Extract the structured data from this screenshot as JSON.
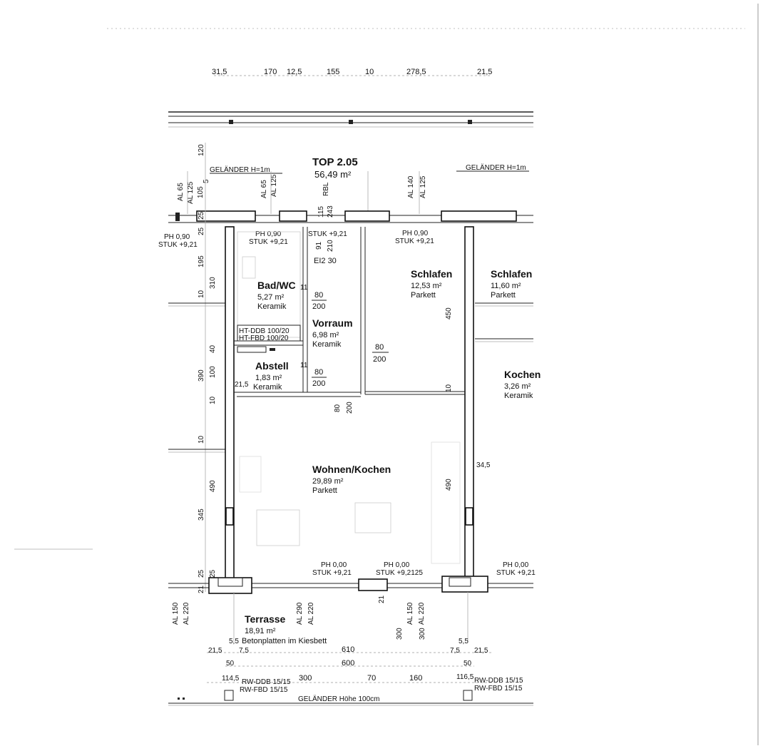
{
  "top_dims": [
    "31,5",
    "170",
    "12,5",
    "155",
    "10",
    "278,5",
    "21,5"
  ],
  "header": {
    "unit": "TOP 2.05",
    "area": "56,49 m²"
  },
  "gelaender_left": "GELÄNDER H=1m",
  "gelaender_right": "GELÄNDER H=1m",
  "left_al": [
    "AL 65",
    "AL 125",
    "105",
    "5"
  ],
  "mid_al": [
    "AL 65",
    "AL 125"
  ],
  "center_al": [
    "115",
    "243",
    "RBL"
  ],
  "right_al": [
    "AL 140",
    "AL 125"
  ],
  "left_dims_vertical": [
    "120",
    "25",
    "25",
    "195",
    "10",
    "310",
    "40",
    "100",
    "390",
    "10",
    "10",
    "490",
    "345",
    "25",
    "25",
    "21"
  ],
  "rooms": {
    "bad": {
      "name": "Bad/WC",
      "area": "5,27 m²",
      "floor": "Keramik"
    },
    "vorraum": {
      "name": "Vorraum",
      "area": "6,98 m²",
      "floor": "Keramik"
    },
    "abstell": {
      "name": "Abstell",
      "area": "1,83 m²",
      "floor": "Keramik"
    },
    "schlafen1": {
      "name": "Schlafen",
      "area": "12,53 m²",
      "floor": "Parkett"
    },
    "schlafen2": {
      "name": "Schlafen",
      "area": "11,60 m²",
      "floor": "Parkett"
    },
    "kochen": {
      "name": "Kochen",
      "area": "3,26 m²",
      "floor": "Keramik"
    },
    "wohnen": {
      "name": "Wohnen/Kochen",
      "area": "29,89 m²",
      "floor": "Parkett"
    },
    "terrasse": {
      "name": "Terrasse",
      "area": "18,91 m²",
      "floor": "Betonplatten im Kiesbett"
    }
  },
  "ph_top": [
    {
      "ph": "PH 0,90",
      "stuk": "STUK +9,21"
    },
    {
      "ph": "PH 0,90",
      "stuk": "STUK +9,21"
    },
    {
      "ph": "STUK +9,21",
      "stuk": ""
    },
    {
      "ph": "PH 0,90",
      "stuk": "STUK +9,21"
    }
  ],
  "ph_bottom": [
    {
      "ph": "PH 0,00",
      "stuk": "STUK +9,21"
    },
    {
      "ph": "PH 0,00",
      "stuk": "STUK +9,2125"
    },
    {
      "ph": "PH 0,00",
      "stuk": "STUK +9,21"
    }
  ],
  "door_labels": {
    "ei": "EI2 30",
    "d91": "91",
    "d210": "210",
    "bad_door": [
      "80",
      "200"
    ],
    "vor_door": [
      "80",
      "200"
    ],
    "abst_door": [
      "80",
      "200"
    ],
    "wohn_door": [
      "80",
      "200"
    ],
    "schlaf_dim": "450",
    "kochen_10": "10",
    "wand_345": "34,5",
    "wohn_490": "490",
    "abst_21": "21,5",
    "bad_11": "11",
    "abst_11": "11"
  },
  "shaft": [
    "HT-DDB 100/20",
    "HT-FBD 100/20"
  ],
  "bottom_al": {
    "left": [
      "AL 150",
      "AL 220"
    ],
    "mid": [
      "AL 290",
      "AL 220"
    ],
    "right": [
      "AL 150",
      "AL 220"
    ],
    "d21": "21",
    "d300a": "300",
    "d300b": "300"
  },
  "bottom_dims": {
    "row1": [
      "5,5",
      "7,5",
      "21,5",
      "610",
      "5,5",
      "7,5",
      "21,5"
    ],
    "row2": [
      "50",
      "600",
      "50"
    ],
    "row3": [
      "114,5",
      "300",
      "70",
      "160",
      "116,5"
    ],
    "rw_left": [
      "RW-DDB 15/15",
      "RW-FBD 15/15"
    ],
    "rw_right": [
      "RW-DDB 15/15",
      "RW-FBD 15/15"
    ],
    "gelaender": "GELÄNDER Höhe 100cm"
  }
}
